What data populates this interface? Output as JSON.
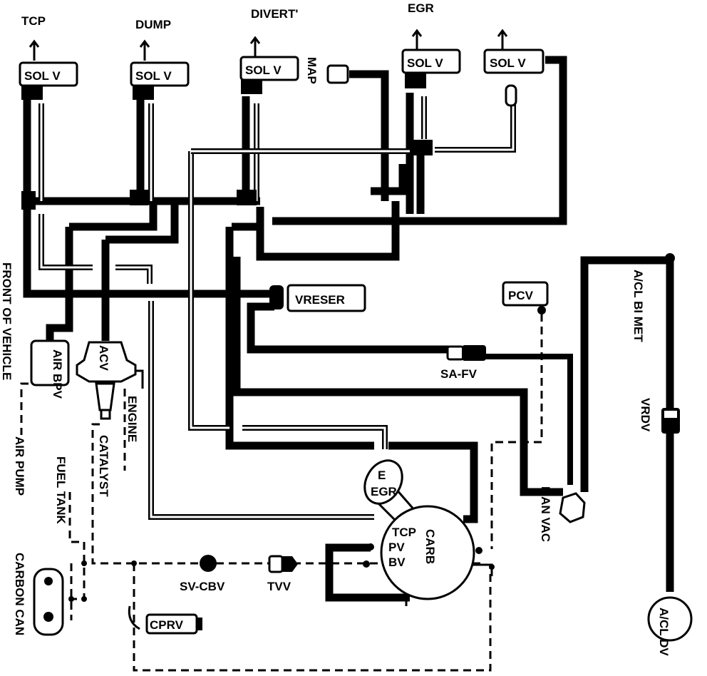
{
  "labels": {
    "tcp_top": "TCP",
    "dump": "DUMP",
    "divert": "DIVERT'",
    "egr_top": "EGR",
    "sol_v": "SOL V",
    "map": "MAP",
    "vreser": "VRESER",
    "pcv": "PCV",
    "acl_bimet": "A/CL BI MET",
    "front_of_vehicle": "FRONT OF VEHICLE",
    "air_bpv": "AIR BPV",
    "acv": "ACV",
    "engine": "ENGINE",
    "catalyst": "CATALYST",
    "fuel_tank": "FUEL TANK",
    "air_pump": "AIR PUMP",
    "sa_fv": "SA-FV",
    "vrdv": "VRDV",
    "egr_valve": "EGR",
    "carb": "CARB",
    "tcp_port": "TCP",
    "pv_port": "PV",
    "bv_port": "BV",
    "man_vac": "MAN VAC",
    "carbon_can": "CARBON CAN",
    "sv_cbv": "SV-CBV",
    "tvv": "TVV",
    "cprv": "CPRV",
    "acl_dv": "A/CL DV"
  }
}
